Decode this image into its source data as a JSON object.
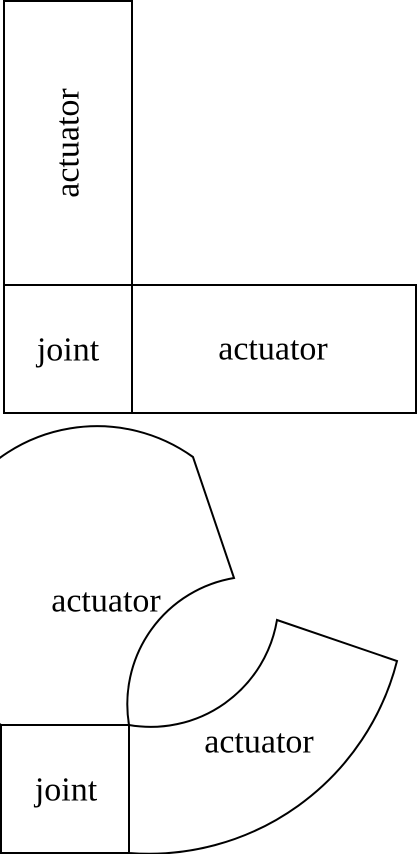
{
  "top": {
    "vertical_actuator_label": "actuator",
    "joint_label": "joint",
    "horizontal_actuator_label": "actuator"
  },
  "bottom": {
    "upper_curved_actuator_label": "actuator",
    "lower_curved_actuator_label": "actuator",
    "joint_label": "joint"
  },
  "colors": {
    "stroke": "#000000",
    "fill": "#ffffff",
    "text": "#000000"
  }
}
